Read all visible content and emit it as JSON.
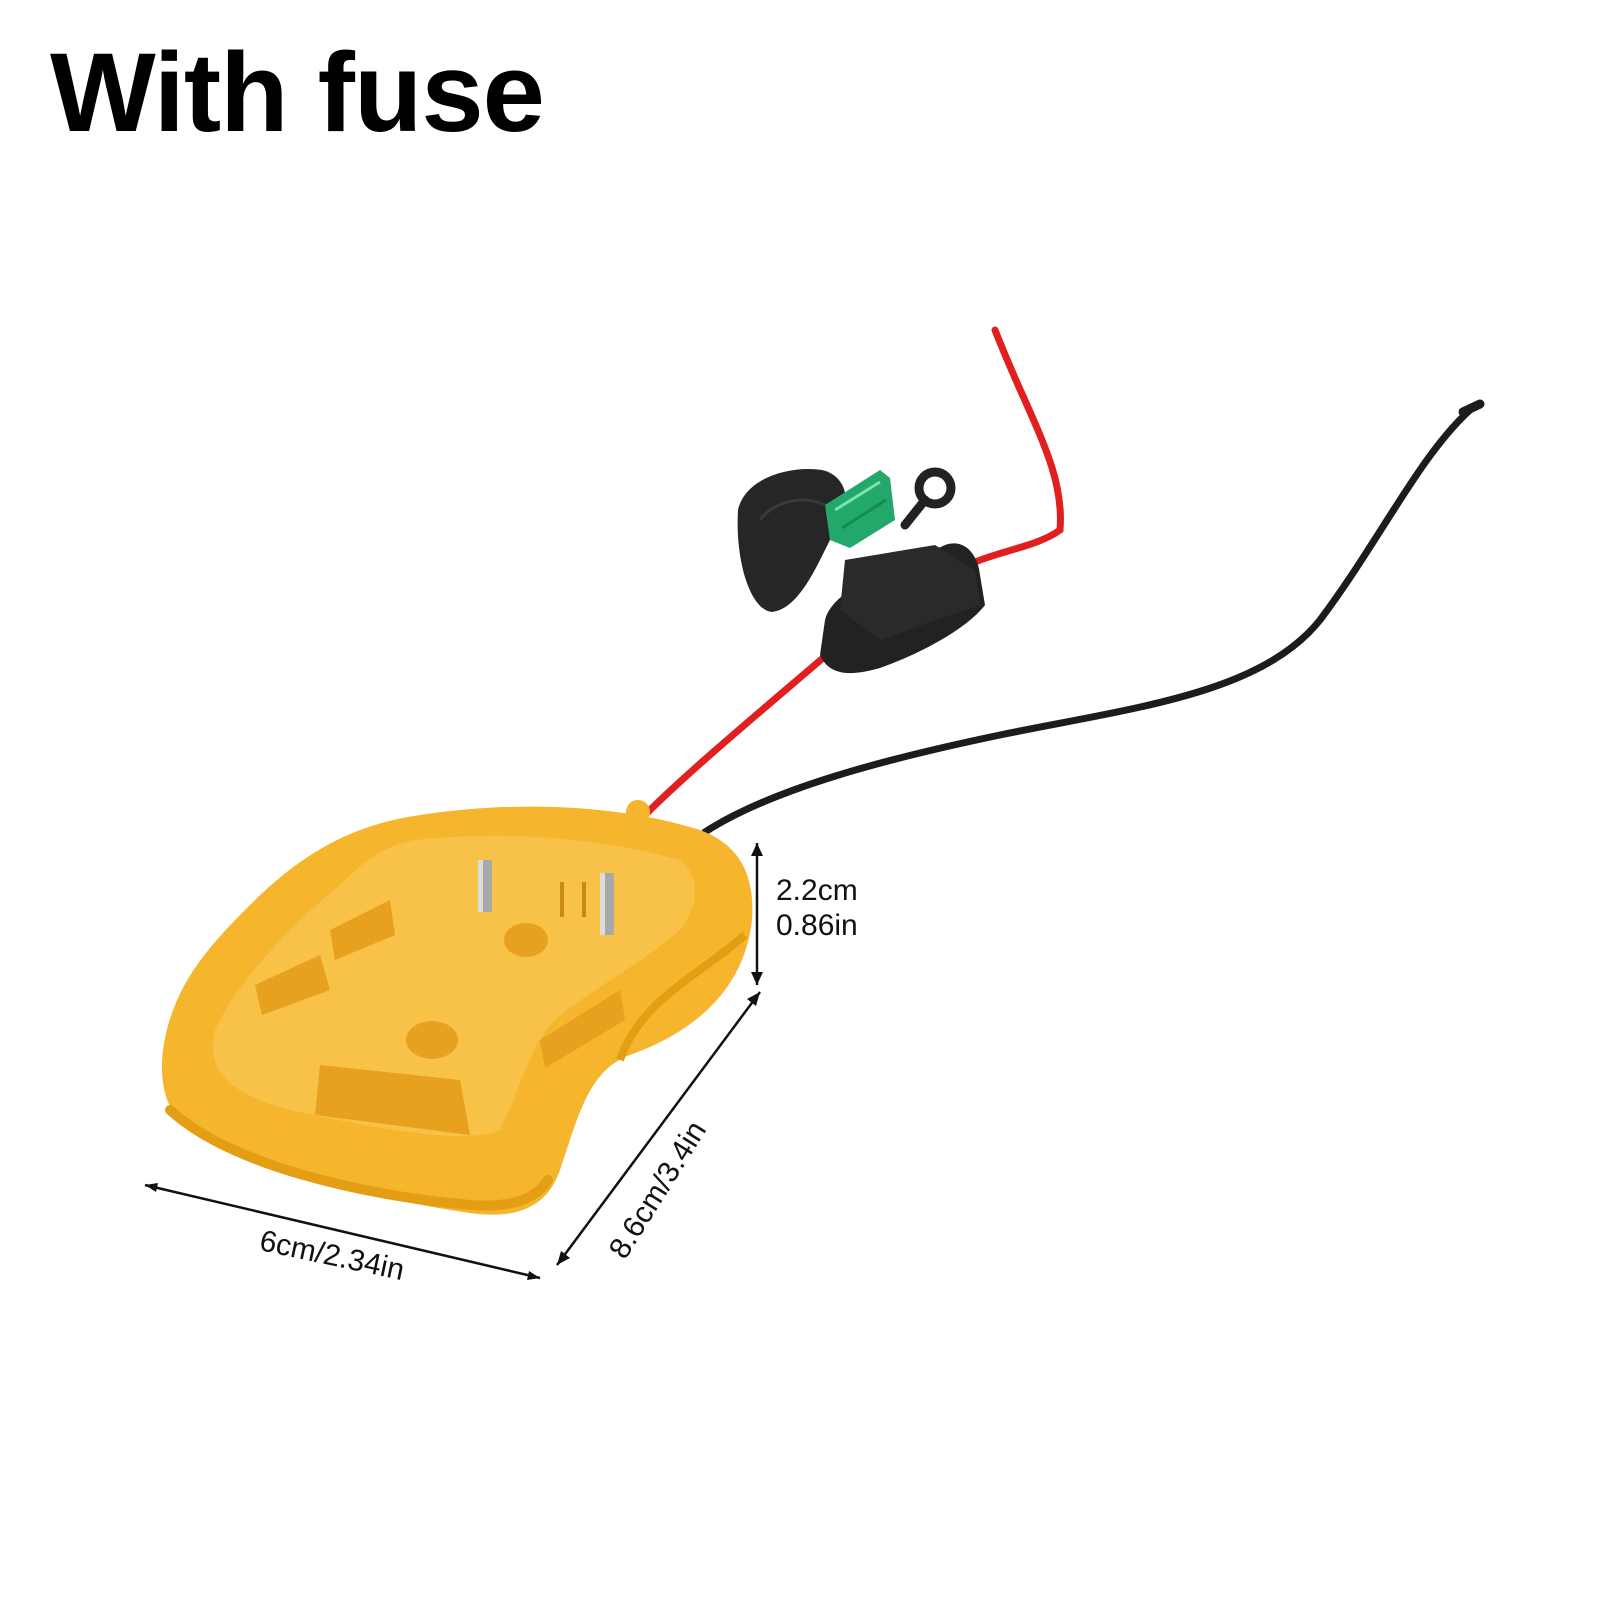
{
  "headline": "With fuse",
  "dimensions": {
    "height": {
      "line1": "2.2cm",
      "line2": "0.86in"
    },
    "length": "8.6cm/3.4in",
    "width": "6cm/2.34in"
  },
  "colors": {
    "adapter_body": "#f5b52c",
    "adapter_shadow": "#e39e14",
    "fuse_holder": "#222222",
    "fuse": "#21a86a",
    "wire_positive": "#e11f1f",
    "wire_negative": "#1c1c1c"
  },
  "icons": {
    "product": "battery-adapter-icon",
    "fuse": "blade-fuse-icon"
  }
}
